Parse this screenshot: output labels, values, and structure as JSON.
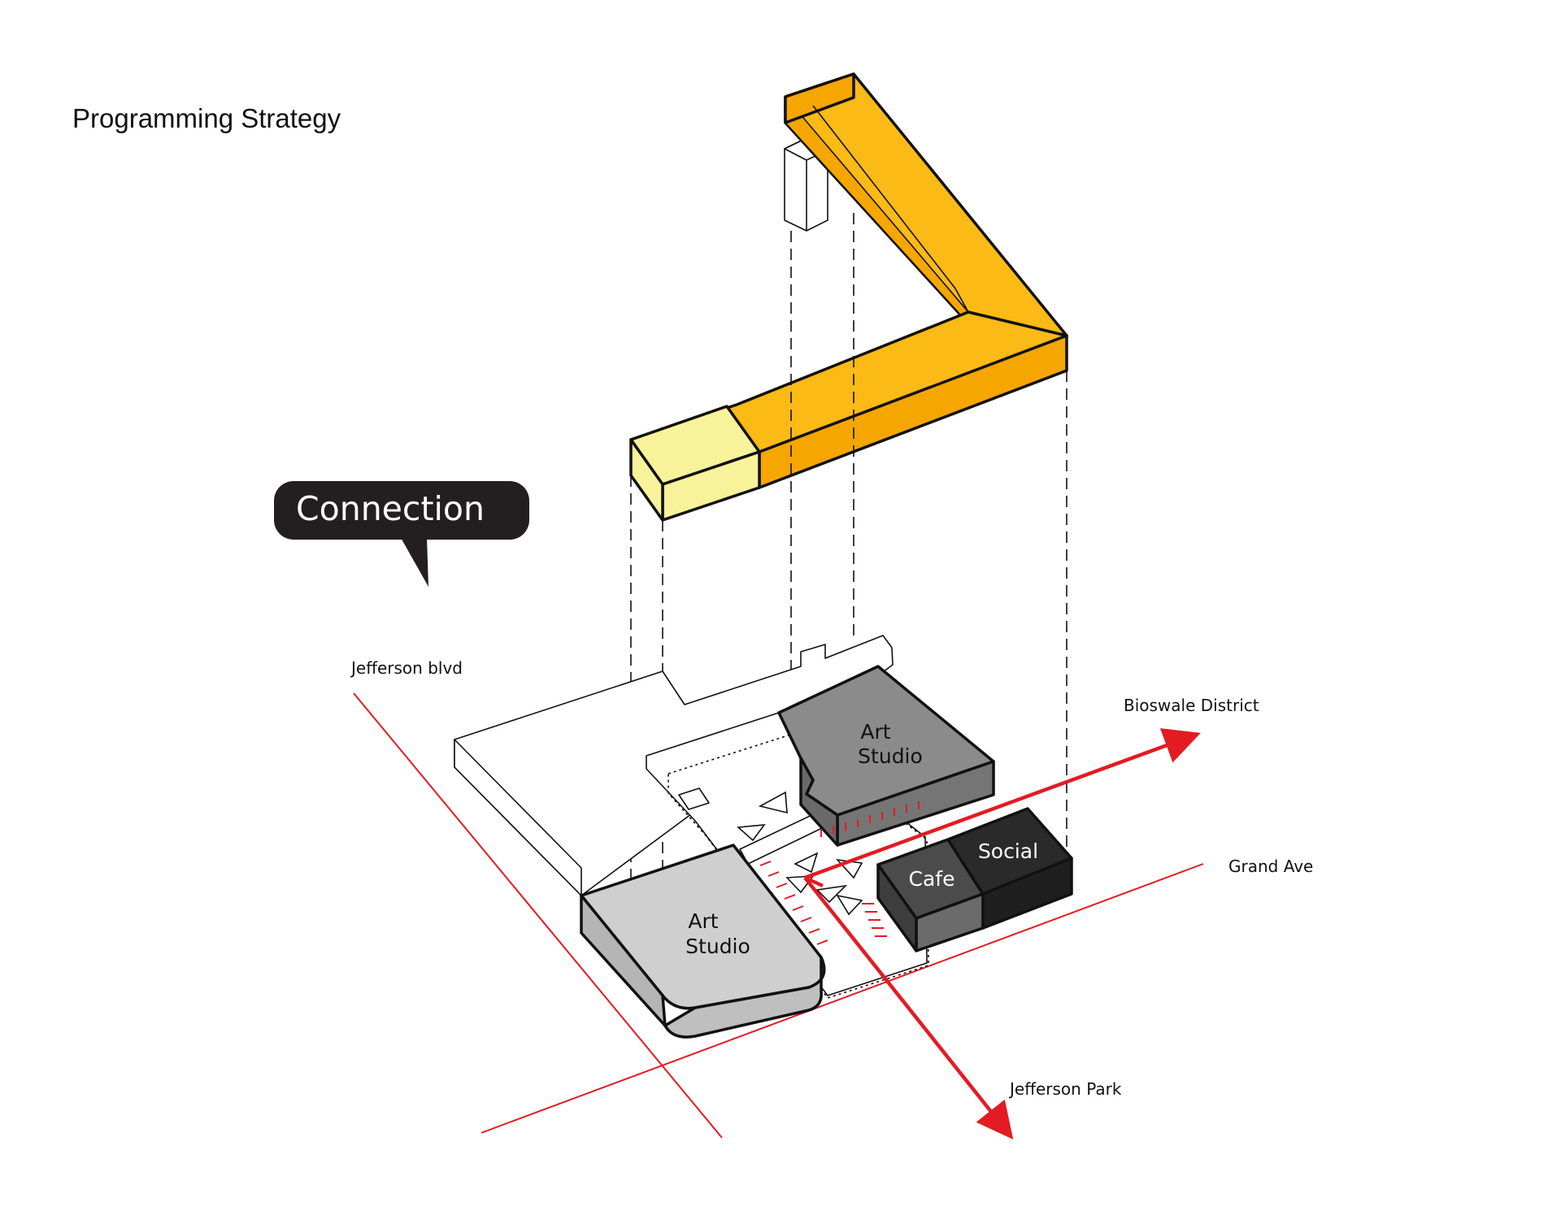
{
  "title": "Programming Strategy",
  "bubble": {
    "label": "Connection"
  },
  "streets": {
    "jefferson_blvd": "Jefferson blvd",
    "grand_ave": "Grand Ave",
    "bioswale": "Bioswale District",
    "jefferson_park": "Jefferson Park"
  },
  "blocks": {
    "art_studio_upper": [
      "Art",
      "Studio"
    ],
    "art_studio_lower": [
      "Art",
      "Studio"
    ],
    "cafe": "Cafe",
    "social": "Social"
  },
  "colors": {
    "yellow": "#fbba16",
    "yellow_side": "#f6a600",
    "pale_yellow": "#f8f39b",
    "gray_mid": "#8b8b8b",
    "gray_light": "#cfcfcf",
    "gray_dark": "#4b4b4b",
    "black_block": "#2a2a2a",
    "red": "#e31b23"
  }
}
